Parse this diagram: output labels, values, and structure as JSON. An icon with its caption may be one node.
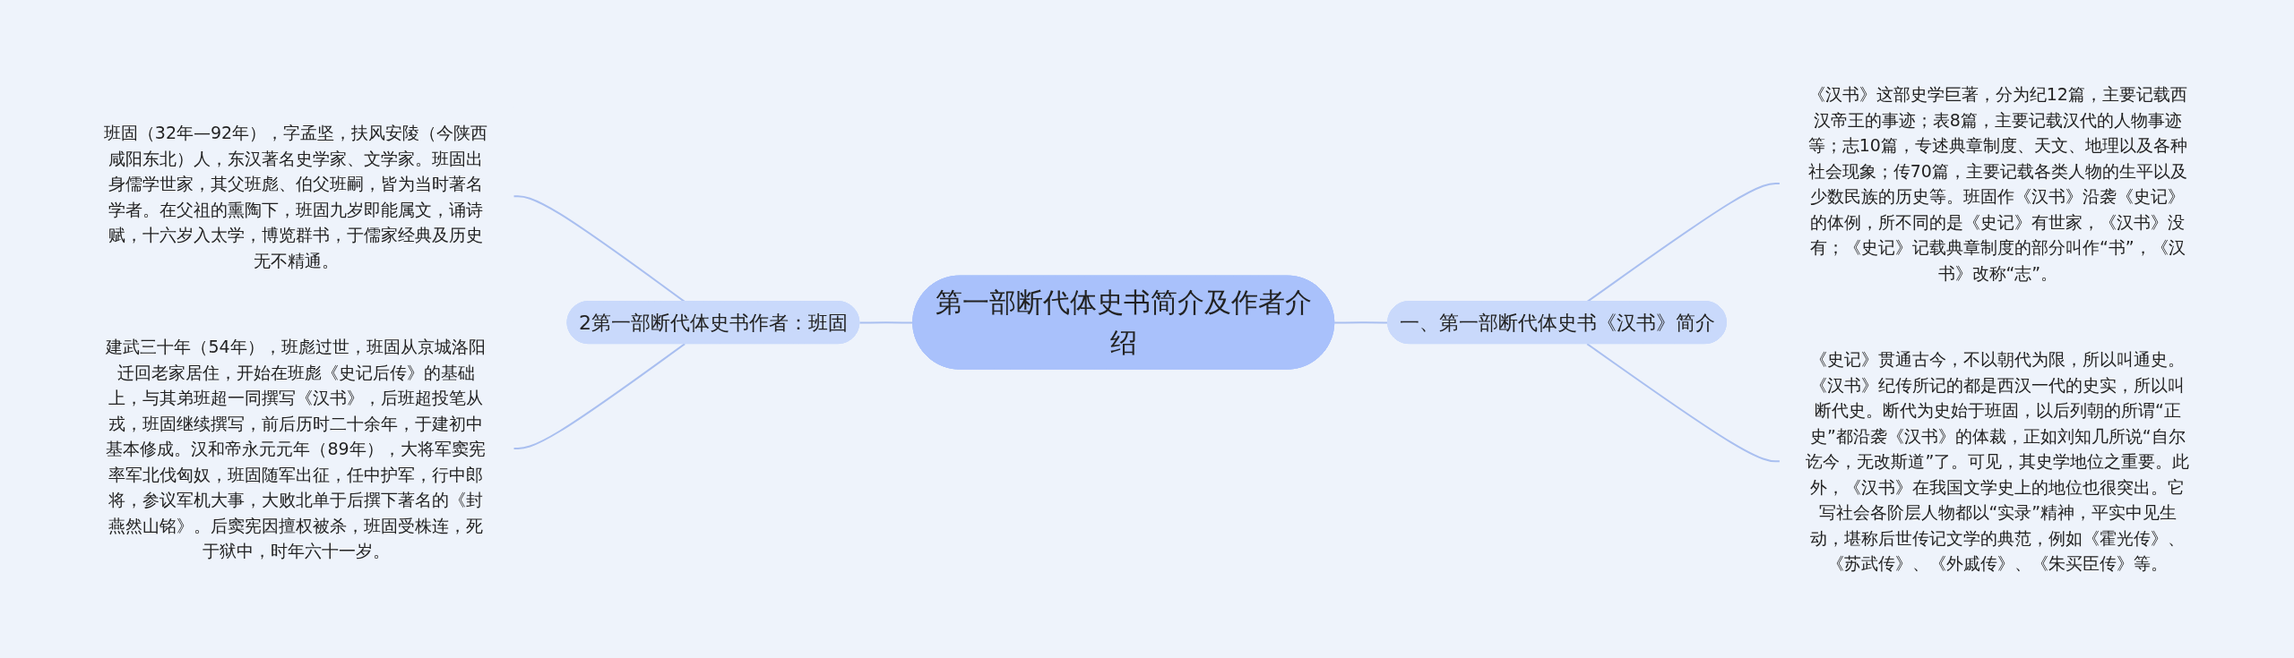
{
  "diagram": {
    "nodes": [
      {
        "text": [
          "第一部断代体史书简介及作者介绍"
        ]
      },
      {
        "text": [
          "一、第一部断代体史书《汉书》简介"
        ]
      },
      {
        "text": [
          "《汉书》这部史学巨著，分为纪12篇，主要记载西汉帝王的事迹；表8篇，主要记载汉代的人物事迹等；志10篇，专述典章制度、天文、地理以及各种社会现象；传70篇，主要记载各类人物的生平以及少数民族的历史等。班固作《汉书》沿袭《史记》的体例，所不同的是《史记》有世家，《汉书》没有；《史记》记载典章制度的部分叫作“书”，《汉书》改称“志”。"
        ]
      },
      {
        "text": [
          "《史记》贯通古今，不以朝代为限，所以叫通史。《汉书》纪传所记的都是西汉一代的史实，所以叫断代史。断代为史始于班固，以后列朝的所谓“正史”都沿袭《汉书》的体裁，正如刘知几所说“自尔讫今，无改斯道”了。可见，其史学地位之重要。此外，《汉书》在我国文学史上的地位也很突出。它写社会各阶层人物都以“实录”精神，平实中见生动，堪称后世传记文学的典范，例如《霍光传》、《苏武传》、《外戚传》、《朱买臣传》等。"
        ]
      },
      {
        "text": [
          "2第一部断代体史书作者：班固"
        ]
      },
      {
        "text": [
          "班固（32年—92年），字孟坚，扶风安陵（今陕西咸阳东北）人，东汉著名史学家、文学家。班固出身儒学世家，其父班彪、伯父班嗣，皆为当时著名学者。在父祖的熏陶下，班固九岁即能属文，诵诗赋，十六岁入太学，博览群书，于儒家经典及历史无不精通。"
        ]
      },
      {
        "text": [
          "建武三十年（54年），班彪过世，班固从京城洛阳迁回老家居住，开始在班彪《史记后传》的基础上，与其弟班超一同撰写《汉书》，后班超投笔从戎，班固继续撰写，前后历时二十余年，于建初中基本修成。汉和帝永元元年（89年），大将军窦宪率军北伐匈奴，班固随军出征，任中护军，行中郎将，参议军机大事，大败北单于后撰下著名的《封燕然山铭》。后窦宪因擅权被杀，班固受株连，死于狱中，时年六十一岁。"
        ]
      }
    ],
    "edges": [
      {
        "from": 0,
        "to": 1,
        "arrow": "none"
      },
      {
        "from": 1,
        "to": 2,
        "arrow": "none"
      },
      {
        "from": 1,
        "to": 3,
        "arrow": "none"
      },
      {
        "from": 5,
        "to": 4,
        "arrow": "none"
      },
      {
        "from": 6,
        "to": 4,
        "arrow": "none"
      },
      {
        "from": 4,
        "to": 0,
        "arrow": "none"
      }
    ]
  }
}
